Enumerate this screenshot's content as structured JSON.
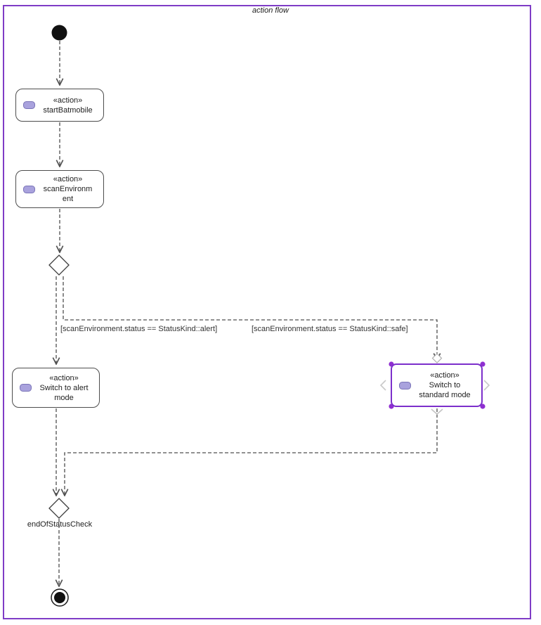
{
  "diagram": {
    "title": "action flow"
  },
  "colors": {
    "frame_border": "#7f3cc6",
    "selection_border": "#7c2fcb",
    "selection_handle": "#8f2fd1",
    "node_border": "#4d4d4d",
    "edge": "#4f4f4f",
    "action_icon_fill": "#a9a2dd",
    "action_icon_border": "#7a74b8",
    "affordance_gray": "#c4c4c4"
  },
  "nodes": {
    "start_batmobile": {
      "stereotype": "«action»",
      "line1": "startBatmobile"
    },
    "scan_environment": {
      "stereotype": "«action»",
      "line1": "scanEnvironm",
      "line2": "ent"
    },
    "switch_alert": {
      "stereotype": "«action»",
      "line1": "Switch to alert",
      "line2": "mode"
    },
    "switch_standard": {
      "stereotype": "«action»",
      "line1": "Switch to",
      "line2": "standard mode"
    },
    "merge": {
      "label": "endOfStatusCheck"
    }
  },
  "edges": {
    "guard_alert": "[scanEnvironment.status == StatusKind::alert]",
    "guard_safe": "[scanEnvironment.status == StatusKind::safe]"
  }
}
